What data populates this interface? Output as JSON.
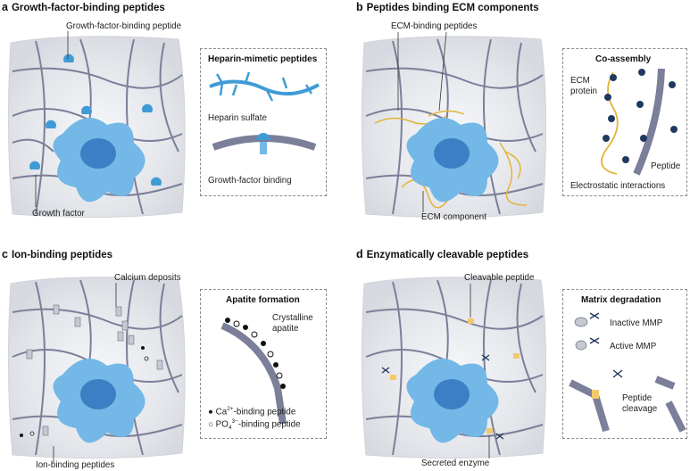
{
  "panels": {
    "a": {
      "letter": "a",
      "title": "Growth-factor-binding peptides",
      "label_gf_peptide": "Growth-factor-binding peptide",
      "label_gf": "Growth factor",
      "box_title": "Heparin-mimetic peptides",
      "label_heparin": "Heparin sulfate",
      "label_gf_binding": "Growth-factor binding"
    },
    "b": {
      "letter": "b",
      "title": "Peptides binding ECM components",
      "label_ecm_peptides": "ECM-binding peptides",
      "label_ecm_component": "ECM component",
      "box_title": "Co-assembly",
      "label_ecm": "ECM",
      "label_protein": "protein",
      "label_peptide": "Peptide",
      "label_electrostatic": "Electrostatic interactions"
    },
    "c": {
      "letter": "c",
      "title": "Ion-binding peptides",
      "label_calcium": "Calcium deposits",
      "label_ion_peptides": "Ion-binding peptides",
      "box_title": "Apatite formation",
      "label_crystalline": "Crystalline",
      "label_apatite": "apatite",
      "legend_ca_prefix": "Ca",
      "legend_ca_sup": "2+",
      "legend_ca_suffix": "-binding peptide",
      "legend_po_prefix": "PO",
      "legend_po_sub": "4",
      "legend_po_sup": "3−",
      "legend_po_suffix": "-binding peptide"
    },
    "d": {
      "letter": "d",
      "title": "Enzymatically cleavable peptides",
      "label_cleavable": "Cleavable peptide",
      "label_secreted": "Secreted enzyme",
      "box_title": "Matrix degradation",
      "label_inactive": "Inactive MMP",
      "label_active": "Active MMP",
      "label_peptide": "Peptide",
      "label_cleavage": "cleavage"
    }
  },
  "colors": {
    "matrix_bg": "#e4e6ea",
    "fiber": "#7b7f99",
    "cell": "#73b8e6",
    "nucleus": "#3b7fc4",
    "heparin": "#3f9bd6",
    "ecm": "#e2b437",
    "scissors": "#1f3a5f",
    "cleave_site": "#f2c96b"
  }
}
